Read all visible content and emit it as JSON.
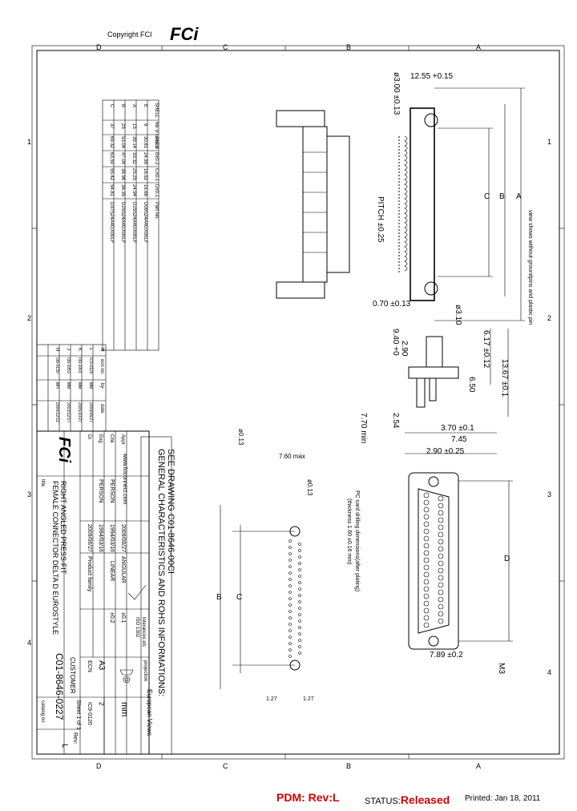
{
  "header": {
    "copyright": "Copyright FCI",
    "logo": "FCi"
  },
  "zones": {
    "top": [
      "D",
      "C",
      "B",
      "A"
    ],
    "side": [
      "1",
      "2",
      "3",
      "4"
    ]
  },
  "general_note": {
    "line1": "GENERAL CHARACTERISTICS AND ROHS INFORMATIONS:",
    "line2": "SEE DRAWING C01-8646-00CI"
  },
  "views_note": "European Views",
  "units": "mm",
  "title_block": {
    "title_label": "title",
    "title_line1": "FEMALE CONNECTOR DELTA D EUROSTYLE",
    "title_line2": "RIGHT ANGLED PRESS-FIT",
    "catalog_label": "catalog no",
    "doc_number": "C01-8646-0227",
    "customer": "CUSTOMER",
    "sheet": "Sheet 1 of 1",
    "rev_label": "Rev:",
    "rev": "L",
    "website": "www.fciconnect.com",
    "dr": "Dr",
    "eng": "Eng",
    "chk": "Chk",
    "appr": "Appr",
    "dr_name": "PERSON",
    "eng_name": "PERSON",
    "dr_date": "1994/03/16",
    "eng_date": "1994/03/16",
    "chk_date": "2009/06/27",
    "appr_date": "2009/06/27",
    "product_family": "Product family",
    "tolerance_label": "tolerances etc",
    "tolerance_std": "ISO 1302",
    "angular": "ANGULAR",
    "linear": "LINEAR",
    "tol1": "±0.1",
    "tol2": "±0.2",
    "size": "A3",
    "spec": "ECN",
    "spec_ref": "IC9-0120",
    "projection": "projection",
    "scale": "2"
  },
  "rev_table": {
    "headers": [
      "ltr",
      "ecn no",
      "by",
      "date"
    ],
    "rows": [
      [
        "L",
        "IC9-0120",
        "MM",
        "2009/06/27"
      ],
      [
        "K",
        "I39-1001",
        "MM",
        "2005/10/27"
      ],
      [
        "J",
        "I39-1053",
        "MM",
        "2003/12/17"
      ],
      [
        "H",
        "I39-0130",
        "MH",
        "2000/12/12"
      ]
    ]
  },
  "size_table": {
    "headers": [
      "SHELL",
      "Nbr of contacts",
      "A±0.3",
      "B±0.2",
      "C±0.1",
      "D±0.1",
      "Part No."
    ],
    "rows": [
      [
        "E",
        "9",
        "30.81",
        "24.99",
        "16.92",
        "16.66",
        "D09S24A4GX00LF"
      ],
      [
        "A",
        "15",
        "39.14",
        "33.32",
        "25.25",
        "24.94",
        "D15S24A4GX00LF"
      ],
      [
        "B",
        "25",
        "53.04",
        "47.04",
        "38.96",
        "38.35",
        "D25S24A4GX00LF"
      ],
      [
        "C",
        "37",
        "69.32",
        "63.50",
        "55.42",
        "54.81",
        "D37S24A4GX00LF"
      ]
    ]
  },
  "dims": {
    "d1": "12.55 +0.15",
    "d2": "ø3.00 ±0.13",
    "d3": "PITCH ±0.25",
    "d4": "0.70 ±0.13",
    "d5": "ø3.10",
    "d6": "9.40 +0",
    "d7": "2.90",
    "d8": "6.17 ±0.12",
    "d9": "13.67 ±0.1",
    "d10": "6.50",
    "d11": "2.54",
    "d12": "7.70 min",
    "d13": "3.70 ±0.1",
    "d14": "7.45",
    "d15": "2.90 ±0.25",
    "d16": "7.60 max",
    "d17": "ø0.13",
    "d18": "1.27",
    "d19": "1.27",
    "d20": "7.89 ±0.2",
    "d21": "M3",
    "letterA": "A",
    "letterB": "B",
    "letterC": "C",
    "letterD": "D",
    "pcb_note1": "PC card drilling dimensions(after plating)",
    "pcb_note2": "(thickness 1.60 ±0.16 mm)",
    "view_note": "view shows without groundpins and plastic pin"
  },
  "footer": {
    "pdm_label": "PDM: Rev:L",
    "status_label": "STATUS:",
    "status_value": "Released",
    "printed": "Printed: Jan 18, 2011"
  }
}
